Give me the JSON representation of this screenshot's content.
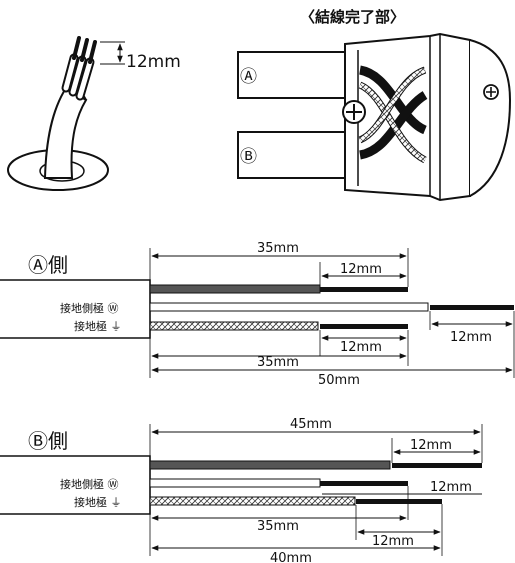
{
  "top": {
    "strip_label": "12mm",
    "assembly_title": "〈結線完了部〉",
    "label_a": "Ⓐ",
    "label_b": "Ⓑ"
  },
  "side_a": {
    "heading": "Ⓐ側",
    "wire_label_w": "接地側極 Ⓦ",
    "wire_label_g": "接地極 ⏚",
    "dim_top_total": "35mm",
    "dim_top_strip": "12mm",
    "dim_right_strip": "12mm",
    "dim_bottom_strip": "12mm",
    "dim_bottom_len": "35mm",
    "dim_bottom_total": "50mm"
  },
  "side_b": {
    "heading": "Ⓑ側",
    "wire_label_w": "接地側極 Ⓦ",
    "wire_label_g": "接地極 ⏚",
    "dim_top_total": "45mm",
    "dim_top_strip": "12mm",
    "dim_right_strip": "12mm",
    "dim_bottom_len": "35mm",
    "dim_bottom_strip": "12mm",
    "dim_bottom_total": "40mm"
  },
  "colors": {
    "ink": "#111111",
    "black_insulation": "#555555",
    "conductor": "#111111"
  }
}
